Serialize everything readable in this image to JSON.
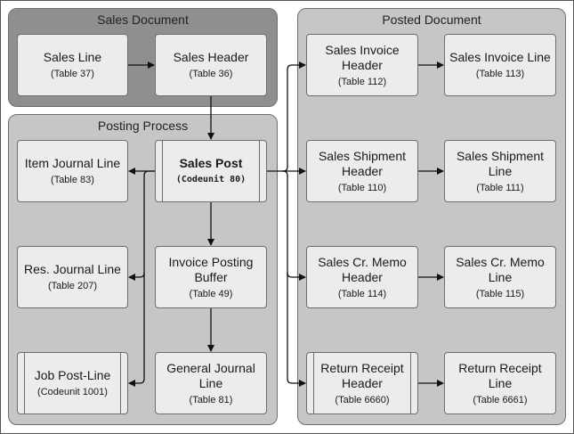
{
  "groups": {
    "sales_document": "Sales Document",
    "posting_process": "Posting Process",
    "posted_document": "Posted Document"
  },
  "boxes": {
    "sales_line": {
      "title": "Sales Line",
      "sub": "(Table 37)"
    },
    "sales_header": {
      "title": "Sales Header",
      "sub": "(Table 36)"
    },
    "item_journal_line": {
      "title": "Item Journal Line",
      "sub": "(Table 83)"
    },
    "sales_post": {
      "title": "Sales Post",
      "sub": "(Codeunit 80)"
    },
    "res_journal_line": {
      "title": "Res. Journal Line",
      "sub": "(Table 207)"
    },
    "invoice_posting_buffer": {
      "title": "Invoice Posting Buffer",
      "sub": "(Table 49)"
    },
    "job_post_line": {
      "title": "Job Post-Line",
      "sub": "(Codeunit 1001)"
    },
    "general_journal_line": {
      "title": "General Journal Line",
      "sub": "(Table 81)"
    },
    "sales_invoice_header": {
      "title": "Sales Invoice Header",
      "sub": "(Table 112)"
    },
    "sales_invoice_line": {
      "title": "Sales Invoice Line",
      "sub": "(Table 113)"
    },
    "sales_shipment_header": {
      "title": "Sales Shipment Header",
      "sub": "(Table 110)"
    },
    "sales_shipment_line": {
      "title": "Sales Shipment Line",
      "sub": "(Table 111)"
    },
    "sales_cr_memo_header": {
      "title": "Sales Cr. Memo Header",
      "sub": "(Table 114)"
    },
    "sales_cr_memo_line": {
      "title": "Sales Cr. Memo Line",
      "sub": "(Table 115)"
    },
    "return_receipt_header": {
      "title": "Return Receipt Header",
      "sub": "(Table 6660)"
    },
    "return_receipt_line": {
      "title": "Return Receipt Line",
      "sub": "(Table 6661)"
    }
  }
}
